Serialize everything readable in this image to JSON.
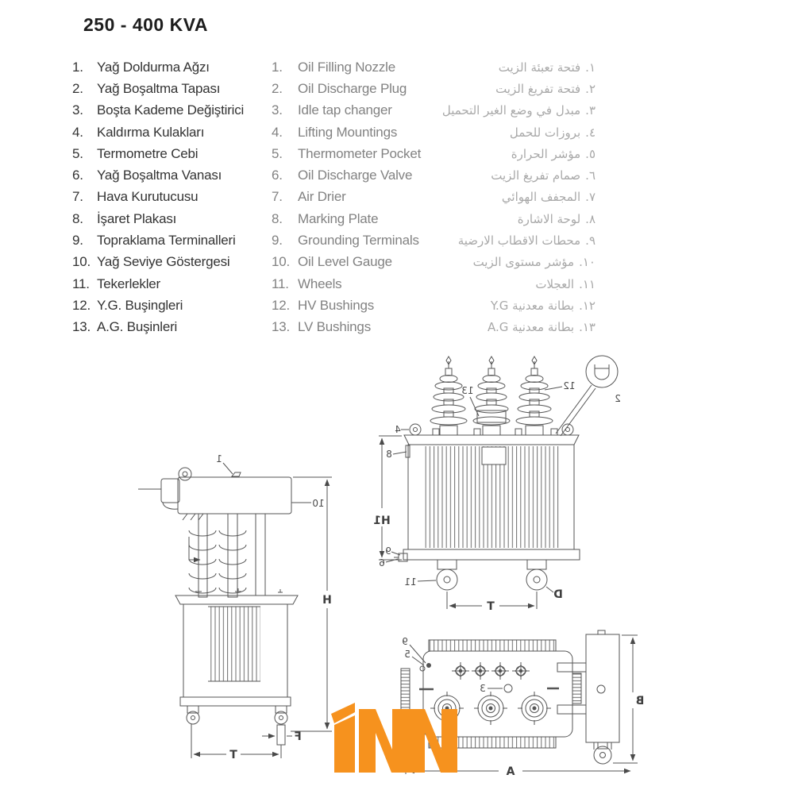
{
  "title": "250 - 400 KVA",
  "parts": [
    {
      "num": "1.",
      "tr": "Yağ Doldurma Ağzı",
      "en": "Oil Filling Nozzle",
      "ar_num": "١.",
      "ar": "فتحة تعبئة الزيت"
    },
    {
      "num": "2.",
      "tr": "Yağ Boşaltma Tapası",
      "en": "Oil Discharge Plug",
      "ar_num": "٢.",
      "ar": "فتحة تفريغ الزيت"
    },
    {
      "num": "3.",
      "tr": "Boşta Kademe Değiştirici",
      "en": "Idle tap changer",
      "ar_num": "٣.",
      "ar": "مبدل في وضع الغير التحميل"
    },
    {
      "num": "4.",
      "tr": "Kaldırma Kulakları",
      "en": "Lifting Mountings",
      "ar_num": "٤.",
      "ar": "بروزات للحمل"
    },
    {
      "num": "5.",
      "tr": "Termometre Cebi",
      "en": "Thermometer Pocket",
      "ar_num": "٥.",
      "ar": "مؤشر الحرارة"
    },
    {
      "num": "6.",
      "tr": "Yağ Boşaltma Vanası",
      "en": "Oil Discharge Valve",
      "ar_num": "٦.",
      "ar": "صمام تفريغ الزيت"
    },
    {
      "num": "7.",
      "tr": "Hava Kurutucusu",
      "en": "Air Drier",
      "ar_num": "٧.",
      "ar": "المجفف الهوائي"
    },
    {
      "num": "8.",
      "tr": "İşaret Plakası",
      "en": "Marking Plate",
      "ar_num": "٨.",
      "ar": "لوحة الاشارة"
    },
    {
      "num": "9.",
      "tr": "Topraklama Terminalleri",
      "en": "Grounding Terminals",
      "ar_num": "٩.",
      "ar": "محطات الاقطاب الارضية"
    },
    {
      "num": "10.",
      "tr": "Yağ Seviye Göstergesi",
      "en": "Oil Level Gauge",
      "ar_num": "١٠.",
      "ar": "مؤشر مستوى الزيت"
    },
    {
      "num": "11.",
      "tr": "Tekerlekler",
      "en": "Wheels",
      "ar_num": "١١.",
      "ar": "العجلات"
    },
    {
      "num": "12.",
      "tr": "Y.G. Buşingleri",
      "en": "HV Bushings",
      "ar_num": "١٢.",
      "ar": "بطانة معدنية Y.G"
    },
    {
      "num": "13.",
      "tr": "A.G. Buşinleri",
      "en": "LV Bushings",
      "ar_num": "١٣.",
      "ar": "بطانة معدنية A.G"
    }
  ],
  "drawing_labels": {
    "side_view": {
      "callout_1": "1",
      "callout_10": "10",
      "dim_h": "H",
      "dim_t": "T",
      "dim_f": "F"
    },
    "front_view": {
      "callout_2": "2",
      "callout_4": "4",
      "callout_8": "8",
      "callout_9": "9",
      "callout_6": "6",
      "callout_11": "11",
      "callout_12": "12",
      "callout_13": "13",
      "dim_h1": "H1",
      "dim_t": "T",
      "dim_d": "D"
    },
    "top_view": {
      "callout_9": "9",
      "callout_5": "5",
      "callout_3": "3",
      "dim_a": "A",
      "dim_b": "B"
    }
  },
  "watermark": {
    "text": "INN",
    "color": "#F6921E"
  },
  "colors": {
    "title": "#1d1d1d",
    "turkish": "#333333",
    "english": "#828282",
    "arabic": "#a9a9a9",
    "line": "#555555"
  }
}
